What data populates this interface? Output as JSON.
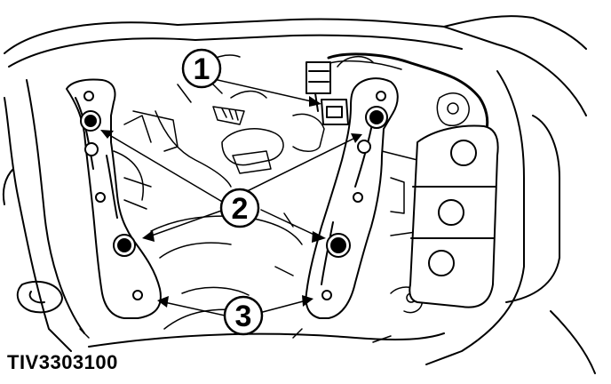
{
  "figure": {
    "id_label": "TIV3303100",
    "callouts": [
      {
        "number": "1",
        "meaning": ""
      },
      {
        "number": "2",
        "meaning": ""
      },
      {
        "number": "3",
        "meaning": ""
      }
    ]
  },
  "colors": {
    "ink": "#000000",
    "paper": "#ffffff"
  }
}
